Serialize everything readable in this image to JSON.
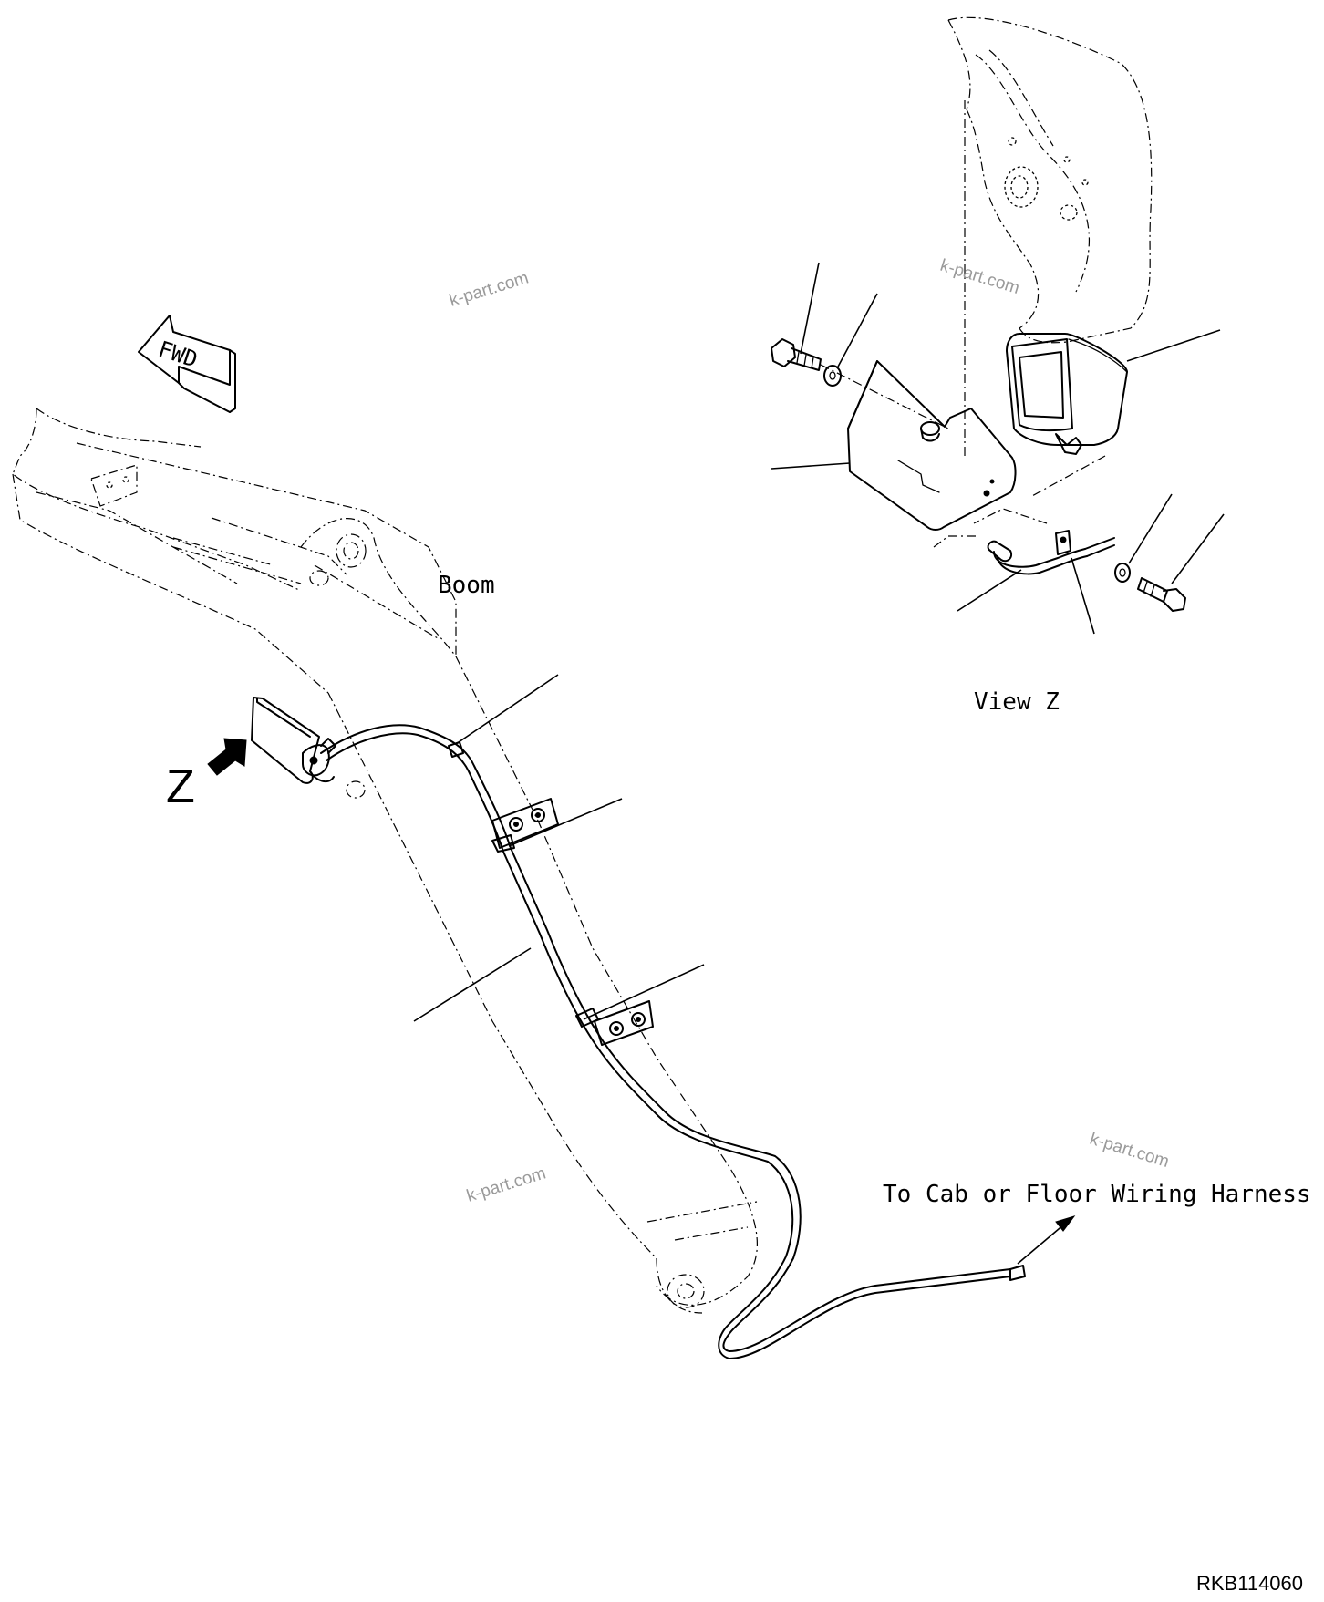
{
  "labels": {
    "boom": "Boom",
    "view_z": "View Z",
    "z_marker": "Z",
    "fwd_arrow": "FWD",
    "harness_note": "To Cab or Floor Wiring Harness",
    "drawing_code": "RKB114060"
  },
  "watermarks": [
    "k-part.com",
    "k-part.com",
    "k-part.com",
    "k-part.com"
  ]
}
